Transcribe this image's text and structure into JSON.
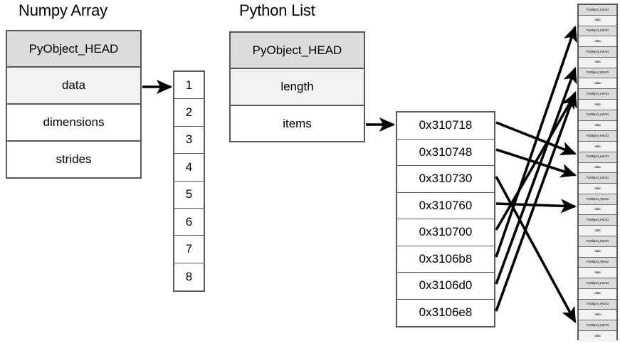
{
  "figure": {
    "kind": "memory-layout-diagram",
    "colors": {
      "outline": "#595959",
      "head_fill": "#dcdcdc",
      "shaded_fill": "#f2f2f2",
      "plain_fill": "#ffffff",
      "arrow": "#000000",
      "background": "#ffffff"
    }
  },
  "numpy": {
    "title": "Numpy Array",
    "fields": [
      {
        "label": "PyObject_HEAD",
        "style": "head"
      },
      {
        "label": "data",
        "style": "shaded"
      },
      {
        "label": "dimensions",
        "style": "plain"
      },
      {
        "label": "strides",
        "style": "plain"
      }
    ],
    "buffer_caption": "",
    "buffer": [
      "1",
      "2",
      "3",
      "4",
      "5",
      "6",
      "7",
      "8"
    ]
  },
  "python_list": {
    "title": "Python List",
    "fields": [
      {
        "label": "PyObject_HEAD",
        "style": "head"
      },
      {
        "label": "length",
        "style": "shaded"
      },
      {
        "label": "items",
        "style": "plain"
      }
    ],
    "pointers": [
      "0x310718",
      "0x310748",
      "0x310730",
      "0x310760",
      "0x310700",
      "0x3106b8",
      "0x3106d0",
      "0x3106e8"
    ]
  },
  "pyobject_column": {
    "count": 16,
    "object_fields": [
      {
        "label": "PyObject_HEAD",
        "style": "head"
      },
      {
        "label": "data",
        "style": "body"
      }
    ]
  },
  "arrows": {
    "data_to_buffer": {
      "from": "numpy.data",
      "to": "numpy.buffer[0]"
    },
    "items_to_pointers": {
      "from": "python_list.items",
      "to": "python_list.pointers[0]"
    },
    "pointer_links": [
      {
        "pointer_index": 0,
        "pointer": "0x310718",
        "target_object_index": 7
      },
      {
        "pointer_index": 1,
        "pointer": "0x310748",
        "target_object_index": 8
      },
      {
        "pointer_index": 2,
        "pointer": "0x310730",
        "target_object_index": 15
      },
      {
        "pointer_index": 3,
        "pointer": "0x310760",
        "target_object_index": 9
      },
      {
        "pointer_index": 4,
        "pointer": "0x310700",
        "target_object_index": 4
      },
      {
        "pointer_index": 5,
        "pointer": "0x3106b8",
        "target_object_index": 1
      },
      {
        "pointer_index": 6,
        "pointer": "0x3106d0",
        "target_object_index": 3
      },
      {
        "pointer_index": 7,
        "pointer": "0x3106e8",
        "target_object_index": 4
      }
    ]
  }
}
